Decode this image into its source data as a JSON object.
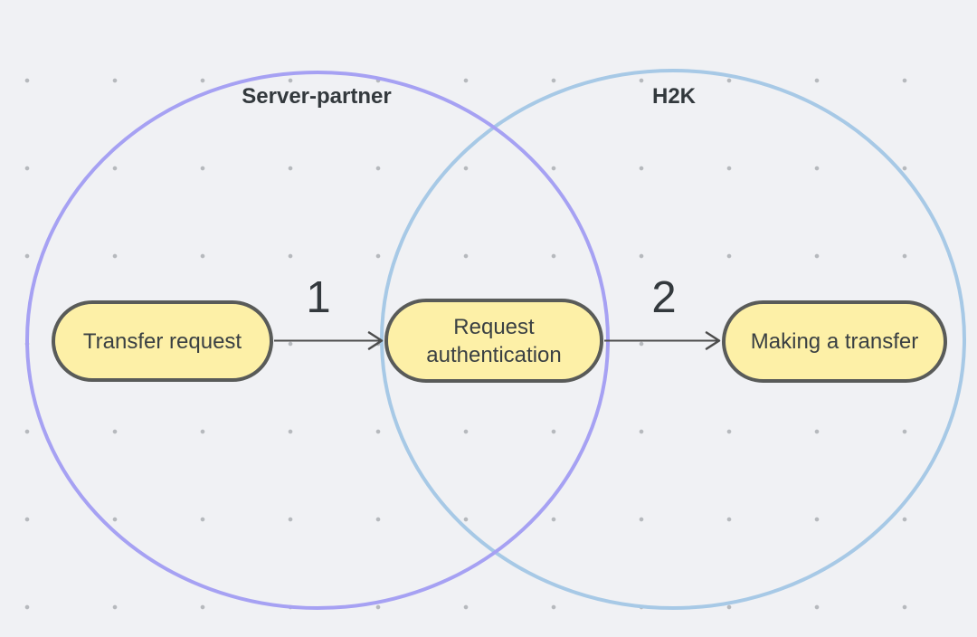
{
  "diagram": {
    "groups": [
      {
        "label": "Server-partner"
      },
      {
        "label": "H2K"
      }
    ],
    "nodes": [
      {
        "label": "Transfer request"
      },
      {
        "label": "Request authentication"
      },
      {
        "label": "Making a transfer"
      }
    ],
    "edges": [
      {
        "label": "1",
        "from": "Transfer request",
        "to": "Request authentication"
      },
      {
        "label": "2",
        "from": "Request authentication",
        "to": "Making a transfer"
      }
    ]
  },
  "colors": {
    "background": "#f0f1f4",
    "grid_dot": "#b6b9bd",
    "circle_left": "#a6a1f3",
    "circle_right": "#a7c9e6",
    "node_fill": "#fdf0a7",
    "node_border": "#595b59",
    "node_text": "#3a4043",
    "edge": "#4d4d4d",
    "label_text": "#33393d"
  }
}
